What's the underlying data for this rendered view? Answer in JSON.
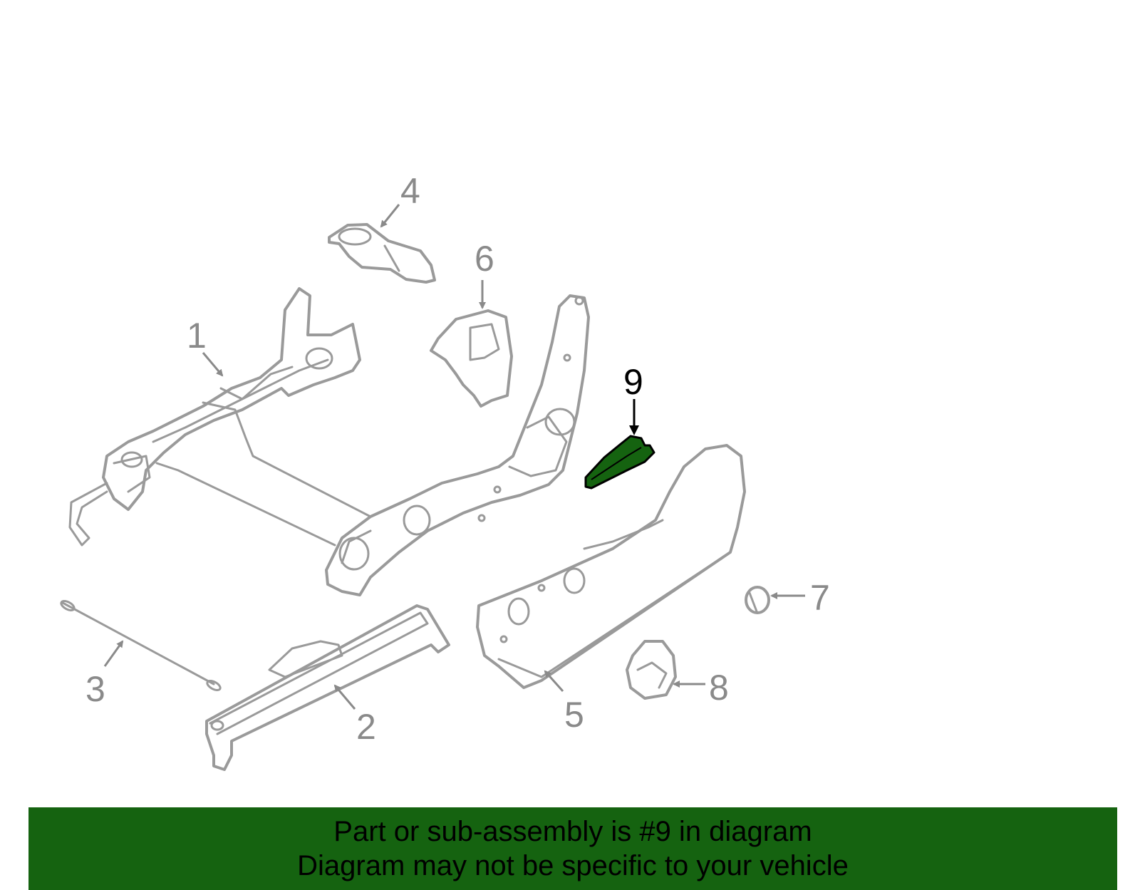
{
  "colors": {
    "line": "#9a9a9a",
    "label": "#8a8a8a",
    "highlight": "#156310",
    "highlight_label": "#000000",
    "banner": "#156310"
  },
  "callouts": {
    "p1": "1",
    "p2": "2",
    "p3": "3",
    "p4": "4",
    "p5": "5",
    "p6": "6",
    "p7": "7",
    "p8": "8",
    "p9": "9"
  },
  "banner": {
    "line1": "Part or sub-assembly is #9 in diagram",
    "line2": "Diagram may not be specific to your vehicle"
  }
}
